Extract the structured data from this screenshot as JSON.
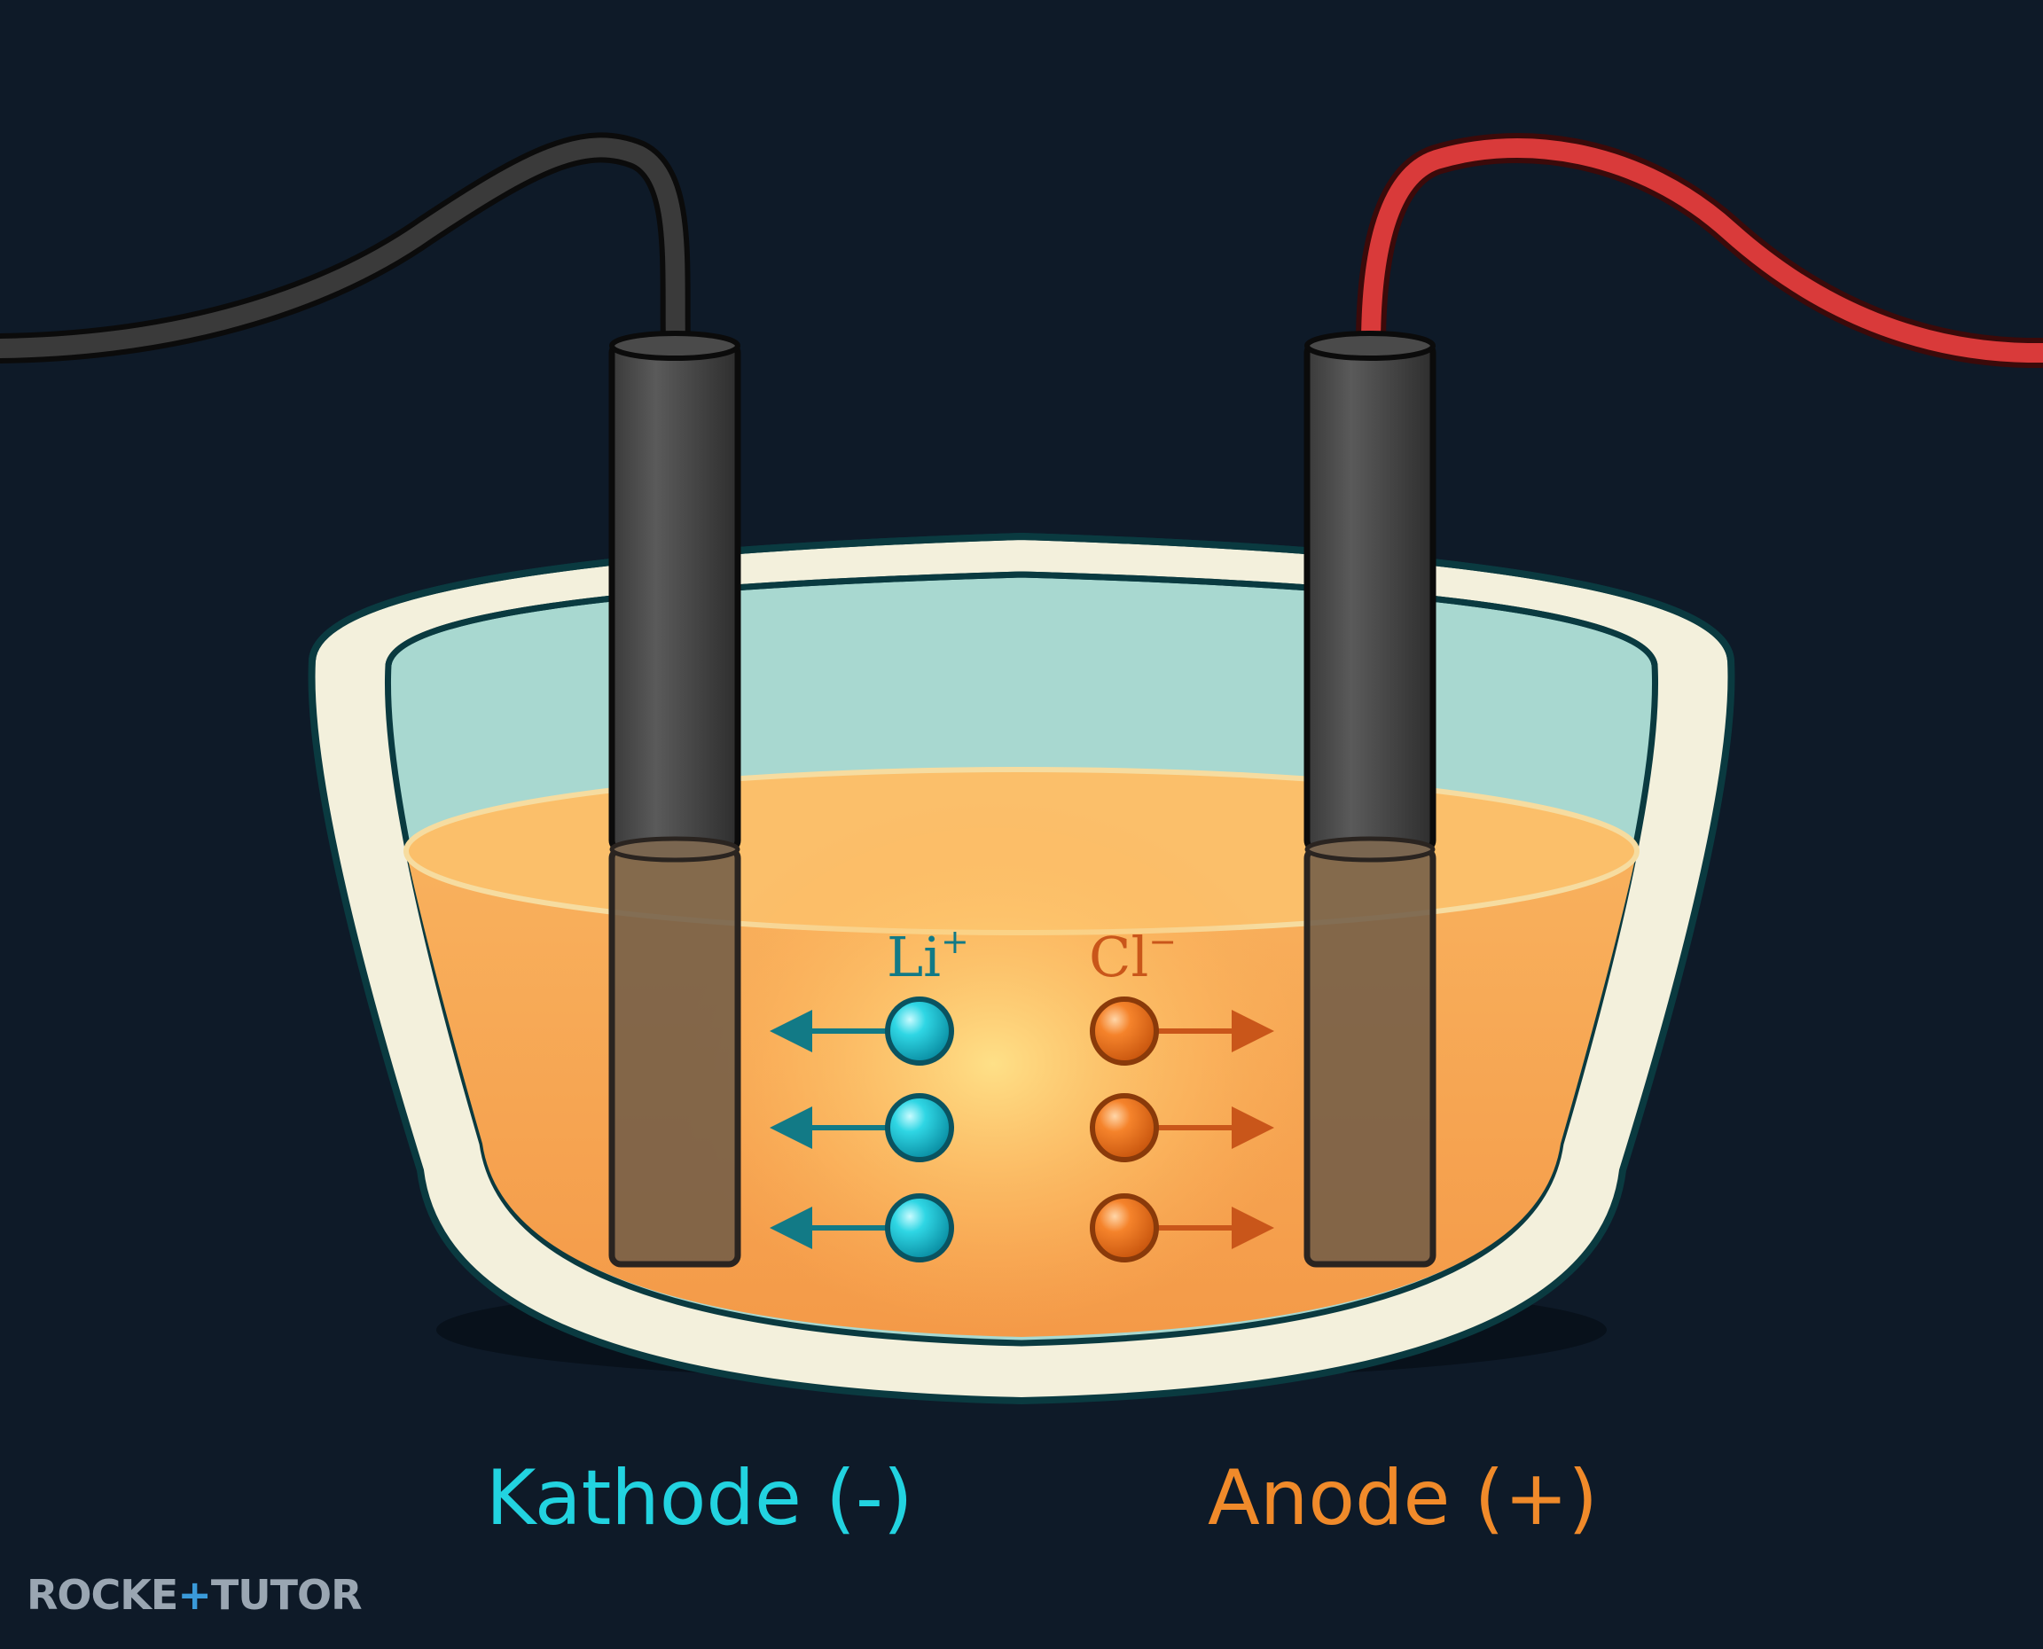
{
  "labels": {
    "cathode": "Kathode (-)",
    "anode": "Anode (+)",
    "cation": "Li",
    "cation_charge": "+",
    "anion": "Cl",
    "anion_charge": "−"
  },
  "logo": {
    "part1": "ROCKE",
    "part2": "+",
    "part3": "TUTOR"
  },
  "colors": {
    "background": "#0e1a28",
    "cathode_wire": "#2f2f2f",
    "anode_wire": "#d93a3a",
    "electrolyte": "#f7a550",
    "cation": "#1fc9d8",
    "anion": "#f07a24",
    "cathode_text": "#22d3e0",
    "anode_text": "#f08a2a"
  },
  "icons": {
    "cation_particle": "cyan-ion-sphere",
    "anion_particle": "orange-ion-sphere",
    "cation_direction": "arrow-left",
    "anion_direction": "arrow-right"
  },
  "ions": {
    "cation_count": 3,
    "anion_count": 3
  }
}
